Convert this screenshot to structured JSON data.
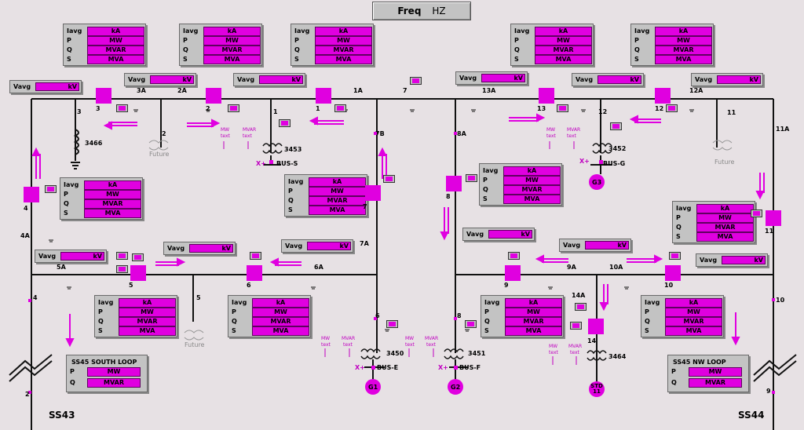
{
  "freq": {
    "label": "Freq",
    "unit": "HZ"
  },
  "units": {
    "kA": "kA",
    "MW": "MW",
    "MVAR": "MVAR",
    "MVA": "MVA",
    "kV": "kV"
  },
  "row_labels": {
    "iavg": "Iavg",
    "p": "P",
    "q": "Q",
    "s": "S",
    "vavg": "Vavg"
  },
  "colors": {
    "accent": "#e000e0",
    "panel": "#c3c3c3",
    "background": "#e7e1e4"
  },
  "substations": {
    "left": "SS43",
    "right": "SS44"
  },
  "loops": {
    "south": {
      "title": "SS45 SOUTH LOOP",
      "p_label": "P",
      "q_label": "Q",
      "p_unit": "MW",
      "q_unit": "MVAR"
    },
    "nw": {
      "title": "SS45 NW LOOP",
      "p_label": "P",
      "q_label": "Q",
      "p_unit": "MW",
      "q_unit": "MVAR"
    }
  },
  "generators": {
    "g1": "G1",
    "g2": "G2",
    "g3": "G3",
    "std": "STD 11"
  },
  "buses": {
    "e": "BUS-E",
    "f": "BUS-F",
    "g": "BUS-G",
    "s": "BUS-S"
  },
  "transformers": {
    "t3450": "3450",
    "t3451": "3451",
    "t3452": "3452",
    "t3453": "3453",
    "t3464": "3464",
    "t3466": "3466"
  },
  "xplus": "X+",
  "future": "Future",
  "flow": {
    "mw": "MW",
    "mvar": "MVAR",
    "text": "text"
  },
  "switch_labels": {
    "s1": "1",
    "s1a": "1A",
    "s2": "2",
    "s2a": "2A",
    "s3": "3",
    "s3a": "3A",
    "s4": "4",
    "s4a": "4A",
    "s5": "5",
    "s5a": "5A",
    "s6": "6",
    "s6a": "6A",
    "s7": "7",
    "s7a": "7A",
    "s7b": "7B",
    "s8": "8",
    "s8a": "8A",
    "s9": "9",
    "s9a": "9A",
    "s10": "10",
    "s10a": "10A",
    "s11": "11",
    "s11a": "11A",
    "s12": "12",
    "s12a": "12A",
    "s13": "13",
    "s13a": "13A",
    "s14": "14",
    "s14a": "14A"
  }
}
